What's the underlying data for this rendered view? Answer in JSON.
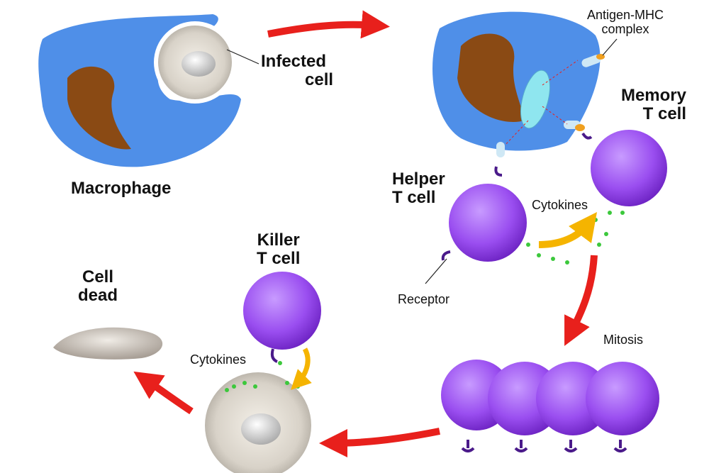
{
  "labels": {
    "infected_cell": [
      "Infected",
      "cell"
    ],
    "macrophage": "Macrophage",
    "antigen_mhc": [
      "Antigen-MHC",
      "complex"
    ],
    "memory_t_cell": [
      "Memory",
      "T cell"
    ],
    "helper_t_cell": [
      "Helper",
      "T cell"
    ],
    "cytokines_top": "Cytokines",
    "receptor": "Receptor",
    "killer_t_cell": [
      "Killer",
      "T cell"
    ],
    "cell_dead": [
      "Cell",
      "dead"
    ],
    "cytokines_bottom": "Cytokines",
    "mitosis": "Mitosis"
  },
  "colors": {
    "macrophage": "#4f8fe8",
    "nucleus": "#8a4a14",
    "t_cell": "#9a4ef0",
    "arrow": "#e8201c",
    "cytokine_arrow": "#f5b400",
    "cytokine_dot": "#3cc83c"
  }
}
